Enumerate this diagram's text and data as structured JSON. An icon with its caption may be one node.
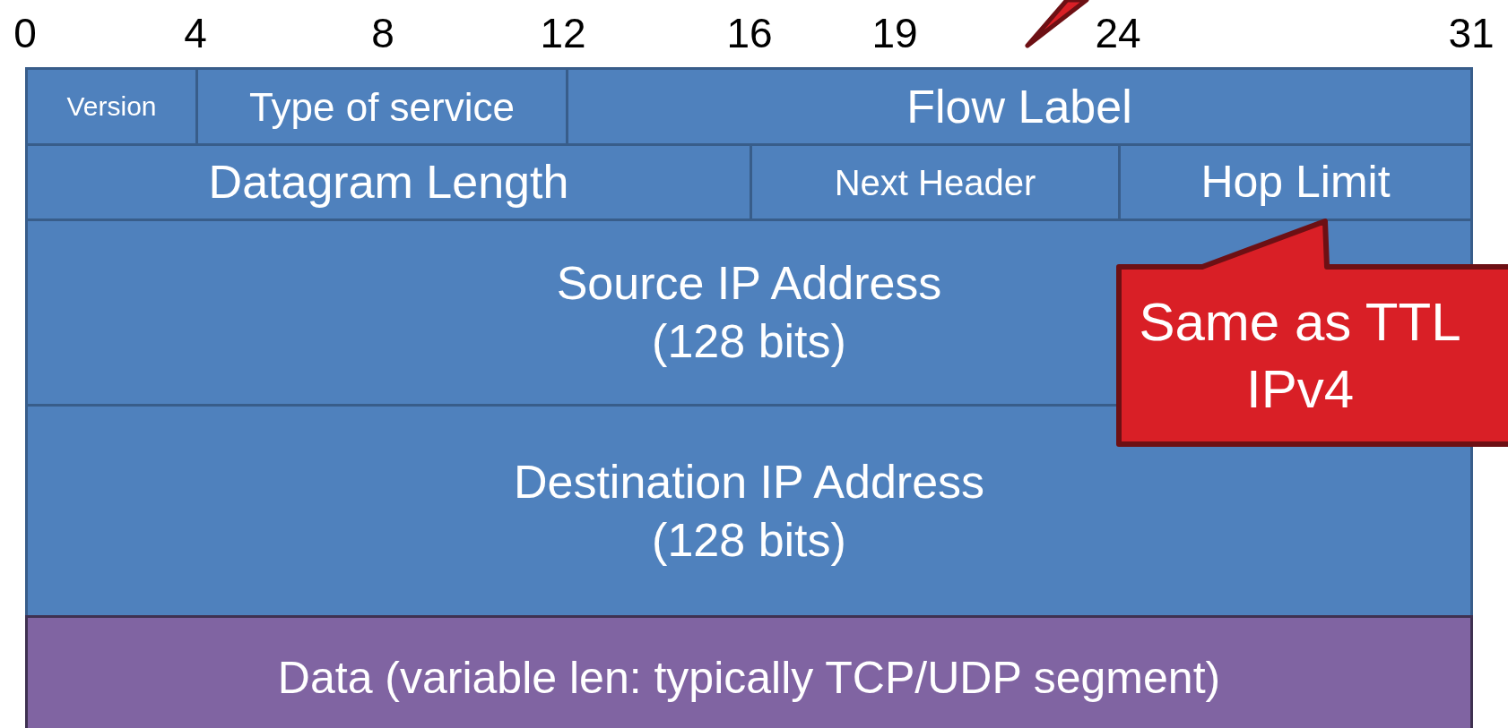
{
  "diagram": {
    "nodes": [
      {
        "text": [
          "Version"
        ]
      },
      {
        "text": [
          "Type of service"
        ]
      },
      {
        "text": [
          "Flow Label"
        ]
      },
      {
        "text": [
          "Datagram Length"
        ]
      },
      {
        "text": [
          "Next Header"
        ]
      },
      {
        "text": [
          "Hop Limit"
        ]
      },
      {
        "text": [
          "Source IP Address (128 bits)"
        ]
      },
      {
        "text": [
          "Destination IP Address (128 bits)"
        ]
      },
      {
        "text": [
          "Data (variable len: typically TCP/UDP segment)"
        ]
      },
      {
        "text": [
          "Same as TTL IPv4"
        ]
      }
    ],
    "labels": [
      "0",
      "4",
      "8",
      "12",
      "16",
      "19",
      "24",
      "31"
    ]
  }
}
